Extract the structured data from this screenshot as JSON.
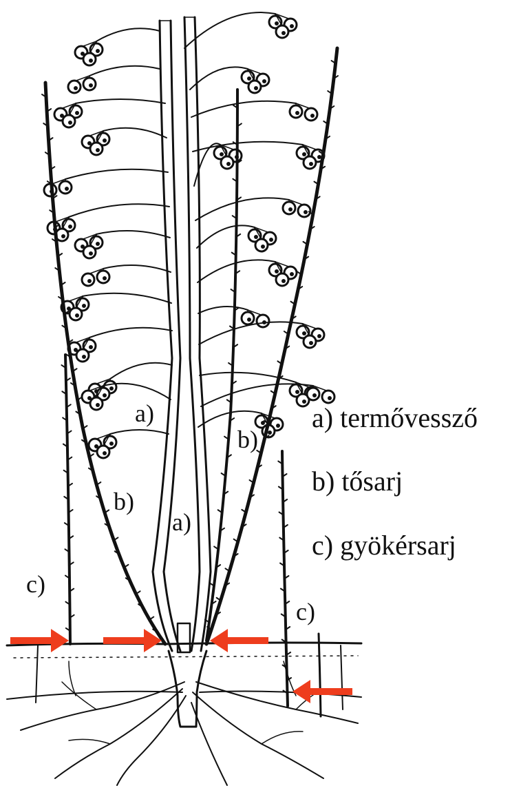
{
  "legend": {
    "a": "a) termővessző",
    "b": "b) tősarj",
    "c": "c) gyökérsarj"
  },
  "labels": {
    "a_upper": "a)",
    "a_lower": "a)",
    "b_left": "b)",
    "b_right": "b)",
    "c_left": "c)",
    "c_right": "c)"
  },
  "colors": {
    "ink": "#111111",
    "arrow": "#ee3d1d",
    "background": "#ffffff"
  },
  "arrow_count": 4
}
